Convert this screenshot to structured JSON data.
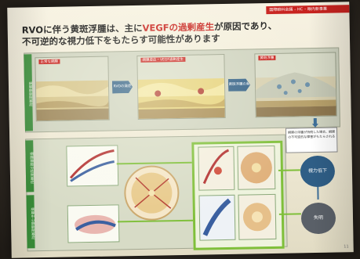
{
  "header_bar": {
    "text": "国際眼科会議 – HC – 眼内新事業"
  },
  "title": {
    "line1_prefix": "RVOに伴う黄斑浮腫は、主に",
    "line1_accent": "VEGFの過剰産生",
    "line1_suffix": "が原因であり、",
    "line2": "不可逆的な視力低下をもたらす可能性があります"
  },
  "flow_top": {
    "panel1_label": "正常な網膜",
    "step1_label": "RVOの発症",
    "panel2_label": "網膜虚血・VEGF過剰産生",
    "step2_label": "黄斑浮腫の発症",
    "panel3_label": "黄斑浮腫"
  },
  "row_labels": {
    "top": "網膜静脈閉塞症",
    "middle": "網膜静脈分枝閉塞症",
    "bottom": "網膜中心静脈閉塞症"
  },
  "nodes": {
    "vision_loss": "視力低下",
    "blindness": "失明"
  },
  "callout": {
    "text": "網膜の浮腫が持続した場合、網膜の不可逆的な障害がもたらされる"
  },
  "page_number": "11",
  "colors": {
    "slide_bg": "#eee8d3",
    "accent_red": "#c8231f",
    "green": "#3a8f3a",
    "blue_node": "#2f5e86",
    "grey_node": "#5a6068"
  }
}
